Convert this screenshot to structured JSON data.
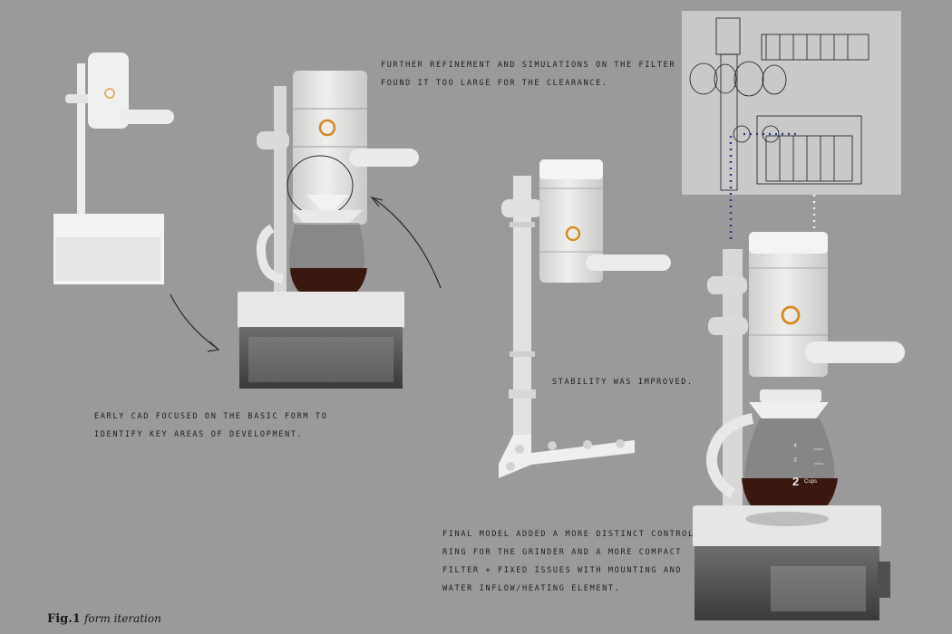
{
  "notes": {
    "refinement": [
      "FURTHER REFINEMENT AND SIMULATIONS ON THE FILTER",
      "FOUND IT TOO LARGE FOR THE CLEARANCE."
    ],
    "early_cad": [
      "EARLY CAD FOCUSED ON THE BASIC FORM TO",
      "IDENTIFY KEY AREAS OF DEVELOPMENT."
    ],
    "stability": "STABILITY WAS IMPROVED.",
    "final_model": [
      "FINAL MODEL ADDED A MORE DISTINCT CONTROL",
      "RING FOR THE GRINDER AND A MORE COMPACT",
      "FILTER + FIXED ISSUES WITH MOUNTING AND",
      "WATER INFLOW/HEATING ELEMENT."
    ]
  },
  "caption": {
    "fig": "Fig.1",
    "sub": "form iteration"
  },
  "carafe_marks": {
    "cups": "2",
    "cups_label": "Cups",
    "tick_3": "3",
    "tick_4": "4"
  },
  "colors": {
    "background": "#9a9a9a",
    "accent_ring": "#d98a1e",
    "body": "#e6e6e4",
    "coffee": "#3a1810"
  }
}
